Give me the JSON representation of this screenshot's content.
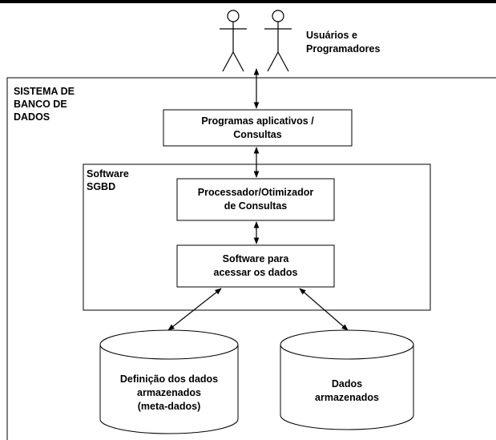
{
  "users_label": "Usuários e\nProgramadores",
  "system_label": "SISTEMA DE\nBANCO DE\nDADOS",
  "programs_label": "Programas aplicativos /\nConsultas",
  "sgbd_label": "Software\nSGBD",
  "processor_label": "Processador/Otimizador\nde Consultas",
  "access_label": "Software para\nacessar os dados",
  "metadata_label": "Definição dos dados\narmazenados\n(meta-dados)",
  "data_label": "Dados\narmazenados"
}
